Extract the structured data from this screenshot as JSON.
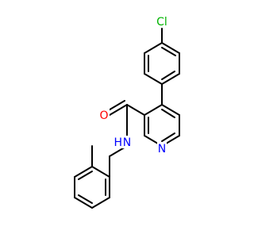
{
  "molecule": {
    "labels": {
      "chlorine": "Cl",
      "nitrogen_ring": "N",
      "oxygen": "O",
      "nitrogen_amide": "N",
      "hydrogen_amide": "H"
    },
    "colors": {
      "bond": "#000000",
      "chlorine": "#00b400",
      "nitrogen": "#0000ff",
      "oxygen": "#ff0000"
    }
  }
}
